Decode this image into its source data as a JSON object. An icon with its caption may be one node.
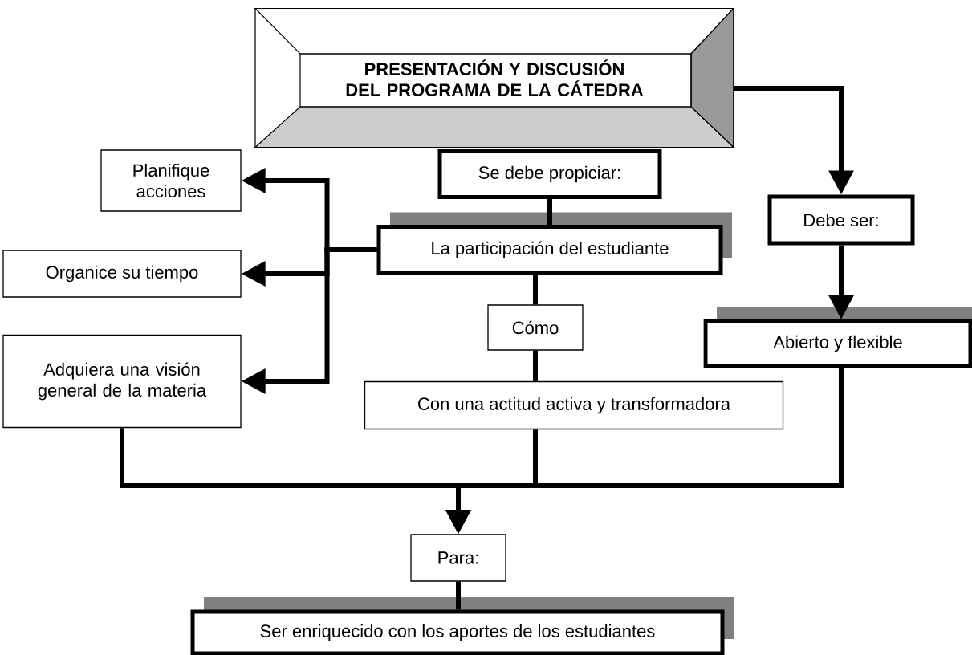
{
  "diagram": {
    "nodes": [
      {
        "text": [
          "PRESENTACIÓN Y DISCUSIÓN DEL PROGRAMA DE LA CÁTEDRA"
        ]
      },
      {
        "text": [
          "Se debe propiciar:"
        ]
      },
      {
        "text": [
          "La participación del estudiante"
        ]
      },
      {
        "text": [
          "Planifique acciones"
        ]
      },
      {
        "text": [
          "Organice su tiempo"
        ]
      },
      {
        "text": [
          "Adquiera una visión general de la materia"
        ]
      },
      {
        "text": [
          "Cómo"
        ]
      },
      {
        "text": [
          "Con una actitud activa y transformadora"
        ]
      },
      {
        "text": [
          "Debe ser:"
        ]
      },
      {
        "text": [
          "Abierto y flexible"
        ]
      },
      {
        "text": [
          "Para:"
        ]
      },
      {
        "text": [
          "Ser enriquecido con los aportes de los estudiantes"
        ]
      }
    ],
    "edges": [
      {
        "from": 1,
        "to": 2,
        "arrow": "none"
      },
      {
        "from": 2,
        "to": 3,
        "arrow": "to"
      },
      {
        "from": 2,
        "to": 4,
        "arrow": "to"
      },
      {
        "from": 2,
        "to": 5,
        "arrow": "to"
      },
      {
        "from": 2,
        "to": 6,
        "arrow": "none"
      },
      {
        "from": 6,
        "to": 7,
        "arrow": "none"
      },
      {
        "from": 0,
        "to": 8,
        "arrow": "to"
      },
      {
        "from": 8,
        "to": 9,
        "arrow": "to"
      },
      {
        "from": 5,
        "to": 10,
        "arrow": "to"
      },
      {
        "from": 7,
        "to": 10,
        "arrow": "to"
      },
      {
        "from": 9,
        "to": 10,
        "arrow": "to"
      },
      {
        "from": 10,
        "to": 11,
        "arrow": "none"
      }
    ]
  }
}
